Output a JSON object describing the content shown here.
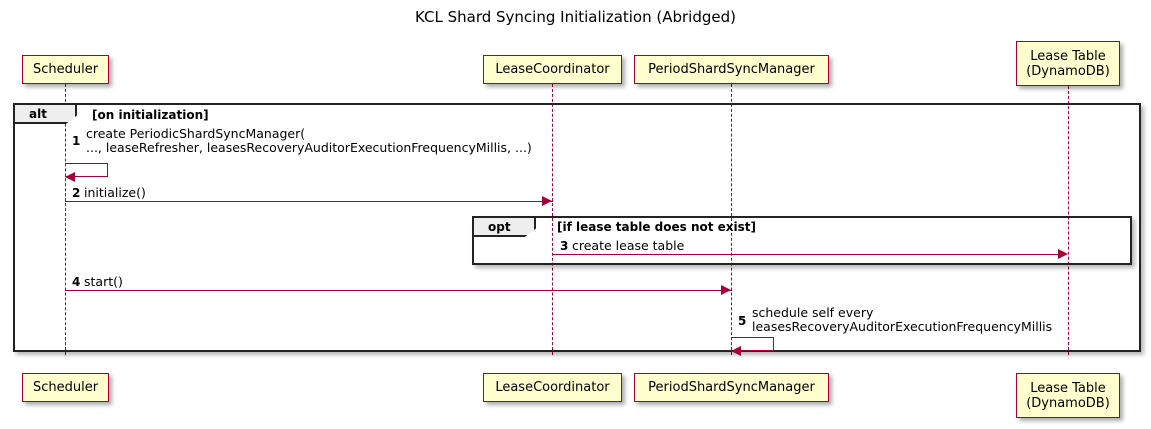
{
  "title": "KCL Shard Syncing Initialization (Abridged)",
  "colors": {
    "participant_fill": "#FEFECE",
    "participant_border": "#A80036",
    "arrow": "#A80036",
    "frame_border": "#232323",
    "frame_tab_fill": "#EEEEEE",
    "background": "#FFFFFF"
  },
  "participants": [
    {
      "id": "scheduler",
      "label": "Scheduler"
    },
    {
      "id": "lease-coordinator",
      "label": "LeaseCoordinator"
    },
    {
      "id": "period-shard-sync-manager",
      "label": "PeriodShardSyncManager"
    },
    {
      "id": "lease-table",
      "label": "Lease Table\n(DynamoDB)"
    }
  ],
  "fragments": [
    {
      "id": "alt",
      "type": "alt",
      "condition": "[on initialization]"
    },
    {
      "id": "opt",
      "type": "opt",
      "condition": "[if lease table does not exist]"
    }
  ],
  "messages": [
    {
      "num": "1",
      "label": "create PeriodicShardSyncManager(\n   ..., leaseRefresher, leasesRecoveryAuditorExecutionFrequencyMillis, ...)",
      "from": "scheduler",
      "to": "scheduler",
      "self": true
    },
    {
      "num": "2",
      "label": "initialize()",
      "from": "scheduler",
      "to": "lease-coordinator",
      "self": false
    },
    {
      "num": "3",
      "label": "create lease table",
      "from": "lease-coordinator",
      "to": "lease-table",
      "self": false
    },
    {
      "num": "4",
      "label": "start()",
      "from": "scheduler",
      "to": "period-shard-sync-manager",
      "self": false
    },
    {
      "num": "5",
      "label": "schedule self every\n  leasesRecoveryAuditorExecutionFrequencyMillis",
      "from": "period-shard-sync-manager",
      "to": "period-shard-sync-manager",
      "self": true
    }
  ]
}
